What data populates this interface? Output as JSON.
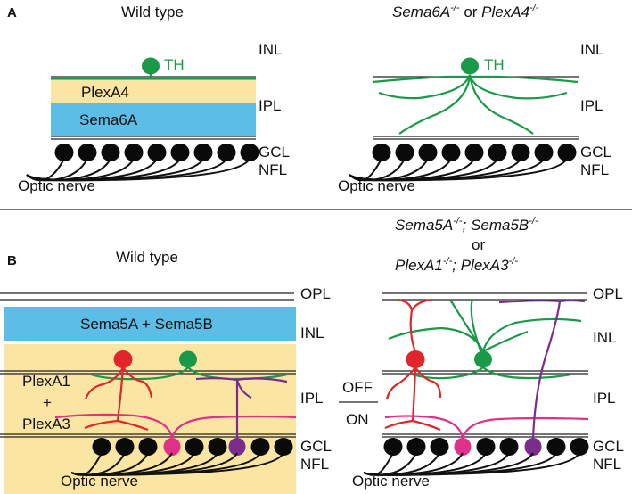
{
  "colors": {
    "green": "#1a9a48",
    "red": "#e0252b",
    "magenta": "#e0308a",
    "purple": "#7b2d8e",
    "blue_band": "#5cbde6",
    "yellow_band": "#fbe5a2",
    "cell": "#0a0a0a"
  },
  "panel_a": {
    "letter": "A",
    "wild_type": {
      "title": "Wild type",
      "soma_label": "TH",
      "band_top_label": "PlexA4",
      "band_bottom_label": "Sema6A",
      "layer_inl": "INL",
      "layer_ipl": "IPL",
      "layer_gcl": "GCL",
      "layer_nfl": "NFL",
      "nerve_label": "Optic nerve"
    },
    "mutant": {
      "title_part1": "Sema6A",
      "title_part1_sup": "-/-",
      "title_or": " or ",
      "title_part2": "PlexA4",
      "title_part2_sup": "-/-",
      "soma_label": "TH",
      "layer_inl": "INL",
      "layer_ipl": "IPL",
      "layer_gcl": "GCL",
      "layer_nfl": "NFL",
      "nerve_label": "Optic nerve"
    }
  },
  "panel_b": {
    "letter": "B",
    "wild_type": {
      "title": "Wild type",
      "band_label": "Sema5A + Sema5B",
      "yellow_label_1": "PlexA1",
      "yellow_label_plus": "+",
      "yellow_label_2": "PlexA3",
      "layer_opl": "OPL",
      "layer_inl": "INL",
      "layer_ipl": "IPL",
      "layer_gcl": "GCL",
      "layer_nfl": "NFL",
      "nerve_label": "Optic nerve"
    },
    "sublamina_off": "OFF",
    "sublamina_on": "ON",
    "mutant": {
      "title_line1_a": "Sema5A",
      "title_line1_a_sup": "-/-",
      "title_line1_sep": "; ",
      "title_line1_b": "Sema5B",
      "title_line1_b_sup": "-/-",
      "title_or": "or",
      "title_line3_a": "PlexA1",
      "title_line3_a_sup": "-/-",
      "title_line3_sep": "; ",
      "title_line3_b": "PlexA3",
      "title_line3_b_sup": "-/-",
      "layer_opl": "OPL",
      "layer_inl": "INL",
      "layer_ipl": "IPL",
      "layer_gcl": "GCL",
      "layer_nfl": "NFL",
      "nerve_label": "Optic nerve"
    }
  }
}
